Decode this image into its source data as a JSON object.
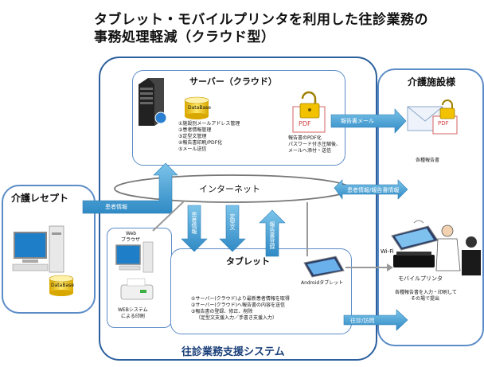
{
  "title": {
    "line1": "タブレット・モバイルプリンタを利用した往診業務の",
    "line2": "事務処理軽減（クラウド型）"
  },
  "server": {
    "heading": "サーバー（クラウド）",
    "db_label": "DataBase",
    "list": [
      "①施設別メールアドレス管理",
      "②患者情報管理",
      "③定型文管理",
      "④報告書印刷/PDF化",
      "⑤メール送信"
    ],
    "pdf_label": "PDF",
    "pdf_note": [
      "報告書のPDF化",
      "パスワード付き圧縮後、",
      "メールへ添付・送信"
    ]
  },
  "internet_label": "インターネット",
  "care_facility": {
    "heading": "介護施設様",
    "pdf_label": "PDF",
    "caption": "各種報告書"
  },
  "receipt": {
    "heading": "介護レセプト",
    "db_label": "DataBase"
  },
  "browser": {
    "label_line1": "Web",
    "label_line2": "ブラウザ",
    "print_line1": "WEBシステム",
    "print_line2": "による印刷"
  },
  "tablet": {
    "heading": "タブレット",
    "device_label": "Androidタブレット",
    "list": [
      "①サーバー(クラウド)より最新患者情報を取得",
      "②サーバー(クラウド)へ報告書の内容を送信",
      "③報告書の登録、修正、削除",
      "（定型文支援入力／手書き支援入力）"
    ]
  },
  "printer": {
    "wifi": "Wi-Fi",
    "label": "モバイルプリンタ",
    "note": [
      "各種報告書を入力・印刷して",
      "その場で提出"
    ]
  },
  "arrows": {
    "report_mail": "報告書メール",
    "patient_info": "患者情報",
    "patient_report_info_right": "患者情報/報告書情報",
    "patient_report_info_left": "患者情報/報告書情報",
    "down_patient": "患者情報",
    "down_template": "定型文",
    "up_report": "報告書登録",
    "visit": "往診/訪問"
  },
  "system_label": "往診業務支援システム",
  "colors": {
    "main_border": "#2b5f9e",
    "sub_border": "#5b8cc7",
    "arrow_fill": "#4aa6d8",
    "arrow_dark": "#2f7fb5"
  }
}
